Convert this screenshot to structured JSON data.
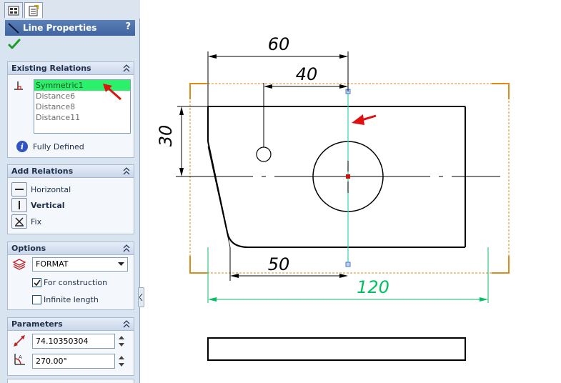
{
  "panel": {
    "title": "Line Properties",
    "help": "?",
    "existing_relations": {
      "header": "Existing Relations",
      "items": [
        "Symmetric1",
        "Distance6",
        "Distance8",
        "Distance11"
      ],
      "selected": "Symmetric1",
      "status": "Fully Defined"
    },
    "add_relations": {
      "header": "Add Relations",
      "horizontal": "Horizontal",
      "vertical": "Vertical",
      "fix": "Fix"
    },
    "options": {
      "header": "Options",
      "layer_value": "FORMAT",
      "for_construction": "For construction",
      "for_construction_checked": true,
      "infinite_length": "Infinite length",
      "infinite_length_checked": false
    },
    "parameters": {
      "header": "Parameters",
      "length_value": "74.10350304",
      "angle_value": "270.00°"
    }
  },
  "drawing": {
    "dims": {
      "d60": "60",
      "d40": "40",
      "d30": "30",
      "d50": "50",
      "d120": "120"
    },
    "colors": {
      "geometry": "#000000",
      "construction": "#2fd6b0",
      "dim_driven": "#00c060",
      "selection_box": "#e08a1a",
      "point_blue": "#4a78c8",
      "point_red": "#d01010",
      "arrow": "#e01010"
    }
  }
}
